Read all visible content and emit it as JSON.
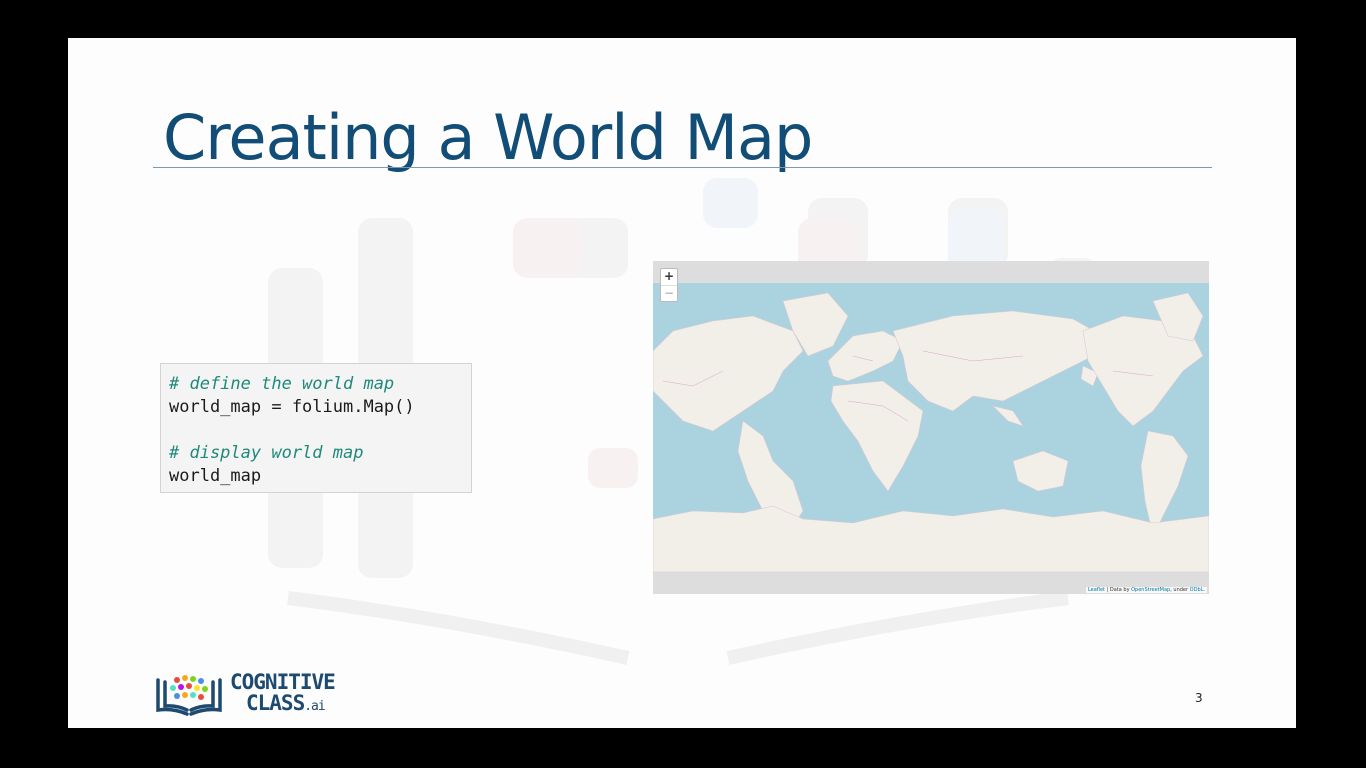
{
  "slide": {
    "title": "Creating a World Map",
    "page_number": "3"
  },
  "code": {
    "lines": [
      {
        "text": "# define the world map",
        "type": "comment"
      },
      {
        "text": "world_map = folium.Map()",
        "type": "code"
      },
      {
        "text": "",
        "type": "blank"
      },
      {
        "text": "# display world map",
        "type": "comment"
      },
      {
        "text": "world_map",
        "type": "code"
      }
    ]
  },
  "map": {
    "zoom_in_label": "+",
    "zoom_out_label": "−",
    "attribution": {
      "leaflet": "Leaflet",
      "data_by": " | Data by ",
      "osm": "OpenStreetMap",
      "under": ", under ",
      "odbl": "ODbL."
    },
    "colors": {
      "ocean": "#aad3df",
      "land": "#f2efe9",
      "border": "#d8a4c8"
    }
  },
  "logo": {
    "line1": "COGNITIVE",
    "line2": "CLASS",
    "suffix": ".ai"
  },
  "colors": {
    "title": "#114d76",
    "comment": "#1f8a7a",
    "logo": "#1d4a6e"
  }
}
